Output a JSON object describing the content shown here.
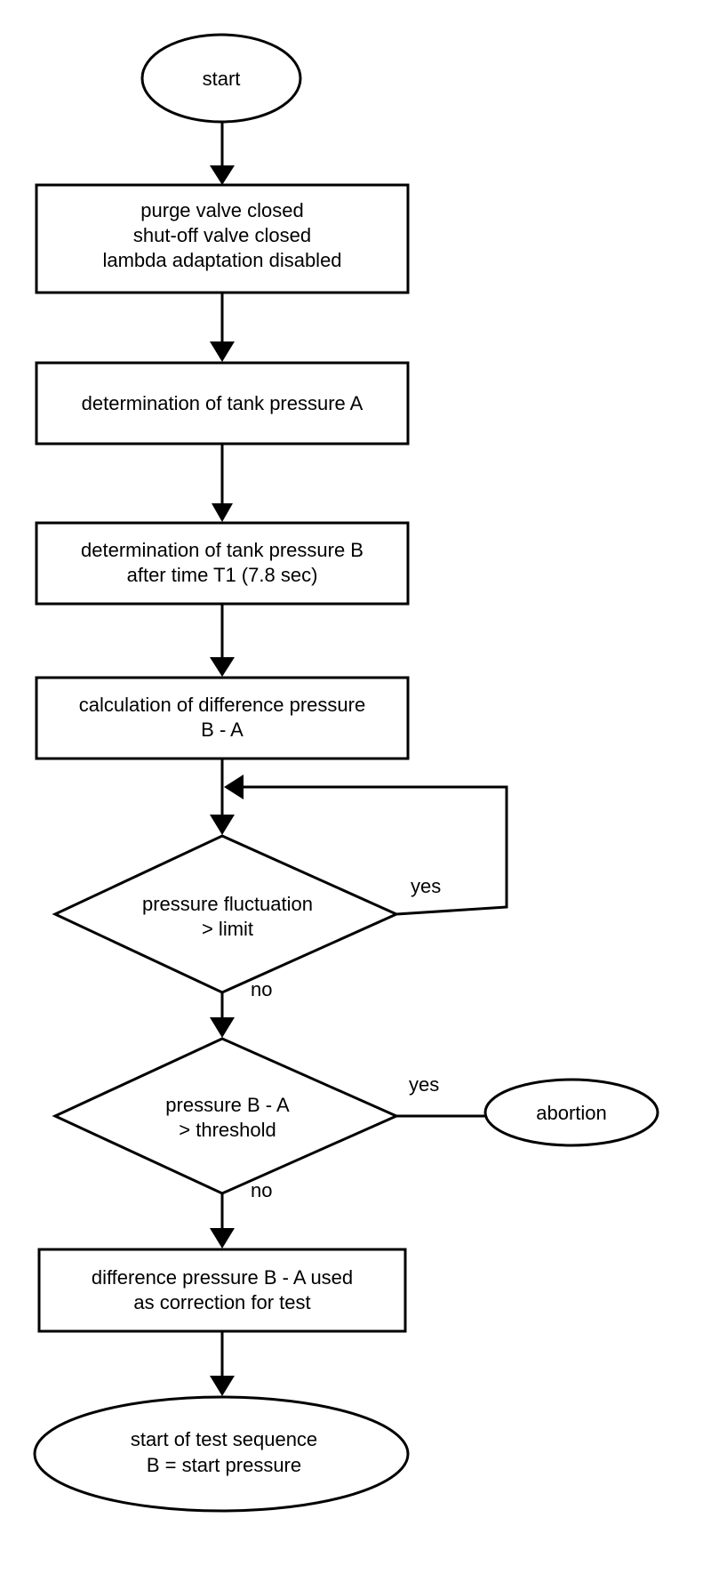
{
  "flowchart": {
    "start": {
      "label": "start"
    },
    "init": {
      "line1": "purge valve closed",
      "line2": "shut-off valve closed",
      "line3": "lambda adaptation disabled"
    },
    "pressure_a": {
      "line1": "determination of tank pressure A"
    },
    "pressure_b": {
      "line1": "determination of tank pressure B",
      "line2": "after time T1 (7.8 sec)"
    },
    "difference": {
      "line1": "calculation of difference pressure",
      "line2": "B - A"
    },
    "fluctuation_check": {
      "line1": "pressure fluctuation",
      "line2": "> limit",
      "yes_label": "yes",
      "no_label": "no"
    },
    "threshold_check": {
      "line1": "pressure B - A",
      "line2": "> threshold",
      "yes_label": "yes",
      "no_label": "no"
    },
    "abortion": {
      "label": "abortion"
    },
    "correction": {
      "line1": "difference pressure B - A used",
      "line2": "as correction for test"
    },
    "end": {
      "line1": "start of test sequence",
      "line2": "B = start pressure"
    }
  }
}
